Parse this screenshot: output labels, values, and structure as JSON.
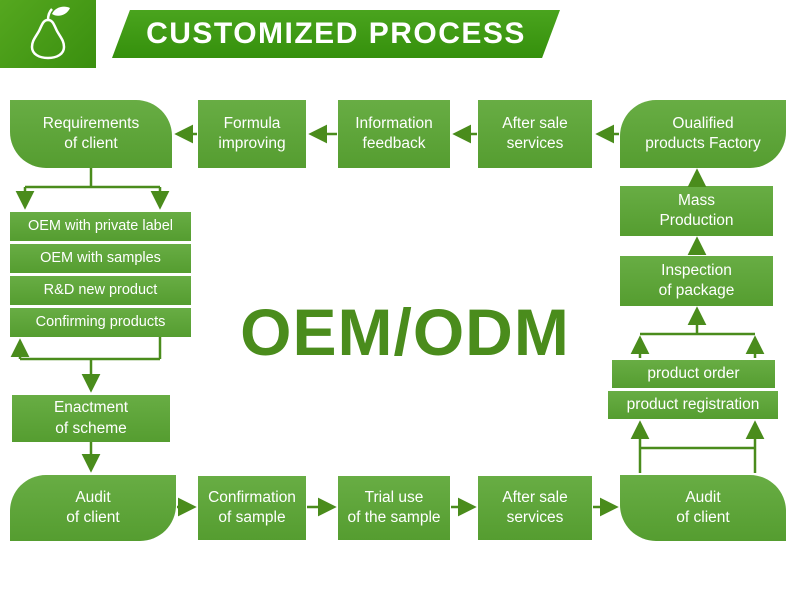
{
  "colors": {
    "box_green": "#5ca338",
    "header_green": "#3d9513",
    "arrow_green": "#4a8c1c",
    "center_text_green": "#4a8c1c",
    "text_white": "#ffffff"
  },
  "header": {
    "logo_icon": "pear-leaf-icon",
    "title": "CUSTOMIZED PROCESS"
  },
  "center": {
    "label": "OEM/ODM"
  },
  "top_row": [
    {
      "label": "Requirements\nof client"
    },
    {
      "label": "Formula\nimproving"
    },
    {
      "label": "Information\nfeedback"
    },
    {
      "label": "After sale\nservices"
    },
    {
      "label": "Oualified\nproducts Factory"
    }
  ],
  "left_list": [
    {
      "label": "OEM with private label"
    },
    {
      "label": "OEM with samples"
    },
    {
      "label": "R&D new product"
    },
    {
      "label": "Confirming products"
    }
  ],
  "left_flow": [
    {
      "label": "Enactment\nof scheme"
    },
    {
      "label": "Audit\nof client"
    }
  ],
  "bottom_row": [
    {
      "label": "Confirmation\nof sample"
    },
    {
      "label": "Trial use\nof the sample"
    },
    {
      "label": "After sale\nservices"
    },
    {
      "label": "Audit\nof client"
    }
  ],
  "right_column": [
    {
      "label": "Mass\nProduction"
    },
    {
      "label": "Inspection\nof package"
    },
    {
      "label": "product order"
    },
    {
      "label": "product registration"
    }
  ]
}
